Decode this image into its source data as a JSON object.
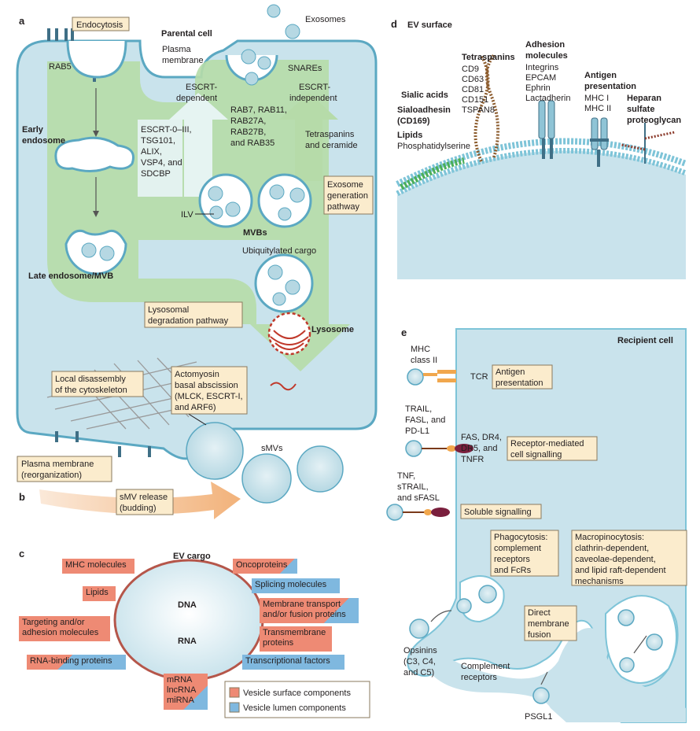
{
  "panels": {
    "a": "a",
    "b": "b",
    "c": "c",
    "d": "d",
    "e": "e"
  },
  "panel_a": {
    "endocytosis": "Endocytosis",
    "rab5": "RAB5",
    "parental_cell": "Parental cell",
    "plasma_membrane": [
      "Plasma",
      "membrane"
    ],
    "exosomes": "Exosomes",
    "snares": "SNAREs",
    "escrt_dependent": [
      "ESCRT-",
      "dependent"
    ],
    "escrt_independent": [
      "ESCRT-",
      "independent"
    ],
    "early_endosome": [
      "Early",
      "endosome"
    ],
    "escrt_list": [
      "ESCRT-0–III,",
      "TSG101,",
      "ALIX,",
      "VSP4, and",
      "SDCBP"
    ],
    "rab_list": [
      "RAB7, RAB11,",
      "RAB27A,",
      "RAB27B,",
      "and RAB35"
    ],
    "tetraspanins_ceramide": [
      "Tetraspanins",
      "and ceramide"
    ],
    "exosome_generation": [
      "Exosome",
      "generation",
      "pathway"
    ],
    "ilv": "ILV",
    "mvbs": "MVBs",
    "late_endosome": "Late endosome/MVB",
    "ubiquitylated": "Ubiquitylated cargo",
    "lysosomal_pathway": [
      "Lysosomal",
      "degradation pathway"
    ],
    "lysosome": "Lysosome",
    "local_disassembly": [
      "Local disassembly",
      "of the cytoskeleton"
    ],
    "actomyosin": [
      "Actomyosin",
      "basal abscission",
      "(MLCK, ESCRT-I,",
      "and ARF6)"
    ],
    "plasma_reorg": [
      "Plasma membrane",
      "(reorganization)"
    ],
    "smvs": "sMVs"
  },
  "panel_b": {
    "smv_release": [
      "sMV release",
      "(budding)"
    ]
  },
  "panel_c": {
    "ev_cargo": "EV cargo",
    "dna": "DNA",
    "rna": "RNA",
    "mhc": "MHC molecules",
    "lipids": "Lipids",
    "targeting": [
      "Targeting and/or",
      "adhesion molecules"
    ],
    "rna_binding": "RNA-binding proteins",
    "oncoproteins": "Oncoproteins",
    "splicing": "Splicing molecules",
    "membrane_transport": [
      "Membrane transport",
      "and/or fusion proteins"
    ],
    "transmembrane": [
      "Transmembrane",
      "proteins"
    ],
    "transcriptional": "Transcriptional factors",
    "mrna": [
      "mRNA",
      "lncRNA",
      "miRNA"
    ],
    "legend": {
      "surface": "Vesicle surface components",
      "lumen": "Vesicle lumen components"
    },
    "colors": {
      "surface": "#ee8a74",
      "lumen": "#7fb8df"
    }
  },
  "panel_d": {
    "title": "EV surface",
    "sialic": "Sialic acids",
    "sialoadhesin": [
      "Sialoadhesin",
      "(CD169)"
    ],
    "lipids": "Lipids",
    "phosphatidylserine": "Phosphatidylserine",
    "tetraspanins_title": "Tetraspanins",
    "tetraspanins": [
      "CD9",
      "CD63",
      "CD81",
      "CD151",
      "TSPAN8"
    ],
    "adhesion_title": [
      "Adhesion",
      "molecules"
    ],
    "adhesion": [
      "Integrins",
      "EPCAM",
      "Ephrin",
      "Lactadherin"
    ],
    "antigen_title": [
      "Antigen",
      "presentation"
    ],
    "antigen": [
      "MHC I",
      "MHC II"
    ],
    "heparan": [
      "Heparan",
      "sulfate",
      "proteoglycan"
    ]
  },
  "panel_e": {
    "recipient": "Recipient cell",
    "mhc": [
      "MHC",
      "class II"
    ],
    "tcr": "TCR",
    "antigen_presentation": [
      "Antigen",
      "presentation"
    ],
    "trail": [
      "TRAIL,",
      "FASL, and",
      "PD-L1"
    ],
    "fas": [
      "FAS, DR4,",
      "DR5, and",
      "TNFR"
    ],
    "receptor_mediated": [
      "Receptor-mediated",
      "cell signalling"
    ],
    "tnf": [
      "TNF,",
      "sTRAIL,",
      "and sFASL"
    ],
    "soluble": "Soluble signalling",
    "phagocytosis": [
      "Phagocytosis:",
      "complement",
      "receptors",
      "and FcRs"
    ],
    "macropinocytosis": [
      "Macropinocytosis:",
      "clathrin-dependent,",
      "caveolae-dependent,",
      "and lipid raft-dependent",
      "mechanisms"
    ],
    "direct_fusion": [
      "Direct",
      "membrane",
      "fusion"
    ],
    "opsinins": [
      "Opsinins",
      "(C3, C4,",
      "and C5)"
    ],
    "complement_receptors": [
      "Complement",
      "receptors"
    ],
    "psgl1": "PSGL1"
  }
}
